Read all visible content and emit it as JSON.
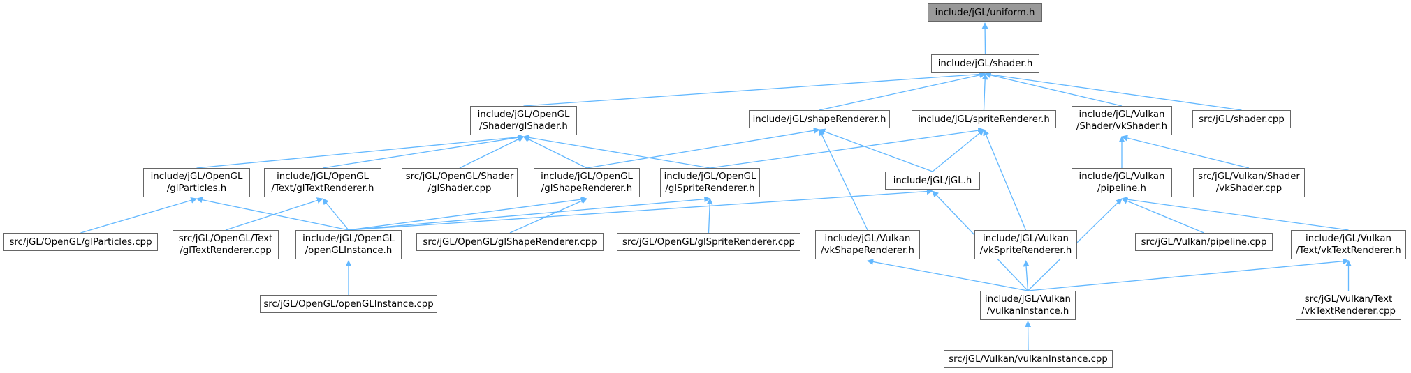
{
  "graph": {
    "title": "Dependency graph",
    "edge_color": "#63b8ff",
    "node_border": "#666666",
    "root_fill": "#999999"
  },
  "nodes": {
    "uniform_h": "include/jGL/uniform.h",
    "shader_h": "include/jGL/shader.h",
    "glshader_h": "include/jGL/OpenGL\n/Shader/glShader.h",
    "shaperenderer_h": "include/jGL/shapeRenderer.h",
    "spriterenderer_h": "include/jGL/spriteRenderer.h",
    "vkshader_h": "include/jGL/Vulkan\n/Shader/vkShader.h",
    "shader_cpp": "src/jGL/shader.cpp",
    "glparticles_h": "include/jGL/OpenGL\n/glParticles.h",
    "gltextrenderer_h": "include/jGL/OpenGL\n/Text/glTextRenderer.h",
    "glshader_cpp": "src/jGL/OpenGL/Shader\n/glShader.cpp",
    "glshaperenderer_h": "include/jGL/OpenGL\n/glShapeRenderer.h",
    "glspriterenderer_h": "include/jGL/OpenGL\n/glSpriteRenderer.h",
    "jgl_h": "include/jGL/jGL.h",
    "pipeline_h": "include/jGL/Vulkan\n/pipeline.h",
    "vkshader_cpp": "src/jGL/Vulkan/Shader\n/vkShader.cpp",
    "glparticles_cpp": "src/jGL/OpenGL/glParticles.cpp",
    "gltextrenderer_cpp": "src/jGL/OpenGL/Text\n/glTextRenderer.cpp",
    "openglinstance_h": "include/jGL/OpenGL\n/openGLInstance.h",
    "glshaperenderer_cpp": "src/jGL/OpenGL/glShapeRenderer.cpp",
    "glspriterenderer_cpp": "src/jGL/OpenGL/glSpriteRenderer.cpp",
    "vkshaperenderer_h": "include/jGL/Vulkan\n/vkShapeRenderer.h",
    "vkspriterenderer_h": "include/jGL/Vulkan\n/vkSpriteRenderer.h",
    "pipeline_cpp": "src/jGL/Vulkan/pipeline.cpp",
    "vktextrenderer_h": "include/jGL/Vulkan\n/Text/vkTextRenderer.h",
    "openglinstance_cpp": "src/jGL/OpenGL/openGLInstance.cpp",
    "vulkaninstance_h": "include/jGL/Vulkan\n/vulkanInstance.h",
    "vktextrenderer_cpp": "src/jGL/Vulkan/Text\n/vkTextRenderer.cpp",
    "vulkaninstance_cpp": "src/jGL/Vulkan/vulkanInstance.cpp"
  },
  "edges": [
    [
      "shader_h",
      "uniform_h"
    ],
    [
      "glshader_h",
      "shader_h"
    ],
    [
      "shaperenderer_h",
      "shader_h"
    ],
    [
      "spriterenderer_h",
      "shader_h"
    ],
    [
      "vkshader_h",
      "shader_h"
    ],
    [
      "shader_cpp",
      "shader_h"
    ],
    [
      "glparticles_h",
      "glshader_h"
    ],
    [
      "gltextrenderer_h",
      "glshader_h"
    ],
    [
      "glshader_cpp",
      "glshader_h"
    ],
    [
      "glshaperenderer_h",
      "glshader_h"
    ],
    [
      "glspriterenderer_h",
      "glshader_h"
    ],
    [
      "glshaperenderer_h",
      "shaperenderer_h"
    ],
    [
      "jgl_h",
      "shaperenderer_h"
    ],
    [
      "vkshaperenderer_h",
      "shaperenderer_h"
    ],
    [
      "glspriterenderer_h",
      "spriterenderer_h"
    ],
    [
      "jgl_h",
      "spriterenderer_h"
    ],
    [
      "vkspriterenderer_h",
      "spriterenderer_h"
    ],
    [
      "pipeline_h",
      "vkshader_h"
    ],
    [
      "vkshader_cpp",
      "vkshader_h"
    ],
    [
      "glparticles_cpp",
      "glparticles_h"
    ],
    [
      "openglinstance_h",
      "glparticles_h"
    ],
    [
      "gltextrenderer_cpp",
      "gltextrenderer_h"
    ],
    [
      "openglinstance_h",
      "gltextrenderer_h"
    ],
    [
      "openglinstance_h",
      "glshaperenderer_h"
    ],
    [
      "glshaperenderer_cpp",
      "glshaperenderer_h"
    ],
    [
      "openglinstance_h",
      "glspriterenderer_h"
    ],
    [
      "glspriterenderer_cpp",
      "glspriterenderer_h"
    ],
    [
      "openglinstance_h",
      "jgl_h"
    ],
    [
      "vulkaninstance_h",
      "jgl_h"
    ],
    [
      "pipeline_cpp",
      "pipeline_h"
    ],
    [
      "vktextrenderer_h",
      "pipeline_h"
    ],
    [
      "vulkaninstance_h",
      "pipeline_h"
    ],
    [
      "openglinstance_cpp",
      "openglinstance_h"
    ],
    [
      "vulkaninstance_h",
      "vkshaperenderer_h"
    ],
    [
      "vulkaninstance_h",
      "vkspriterenderer_h"
    ],
    [
      "vulkaninstance_h",
      "vktextrenderer_h"
    ],
    [
      "vktextrenderer_cpp",
      "vktextrenderer_h"
    ],
    [
      "vulkaninstance_cpp",
      "vulkaninstance_h"
    ]
  ]
}
